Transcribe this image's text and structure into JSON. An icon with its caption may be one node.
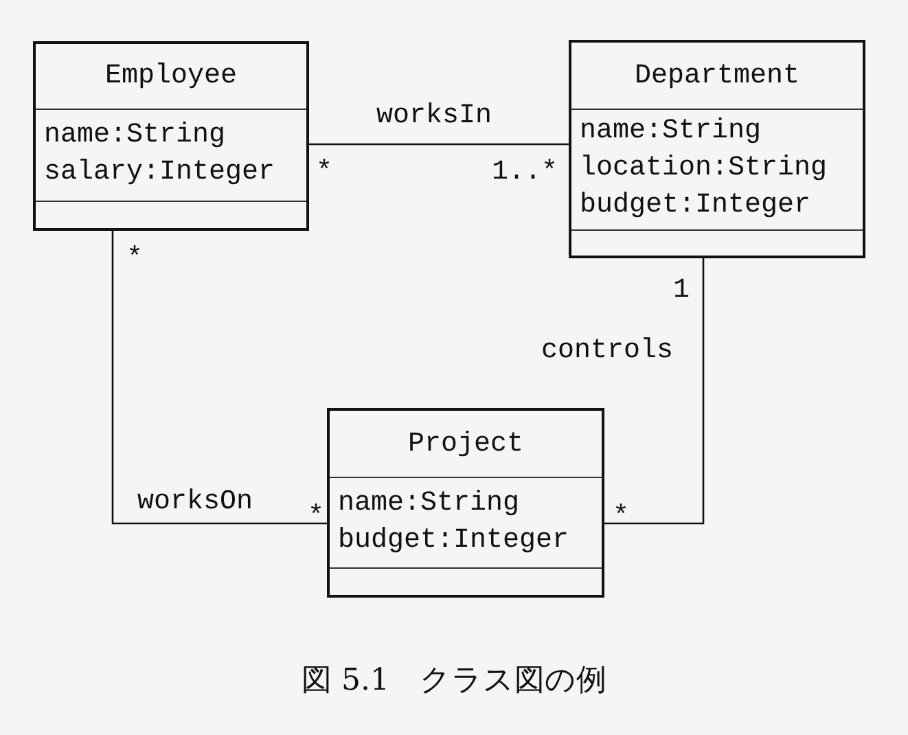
{
  "diagram": {
    "caption": "図 5.1　クラス図の例",
    "nodes": [
      {
        "text": [
          "Employee",
          "name:String",
          "salary:Integer"
        ]
      },
      {
        "text": [
          "Department",
          "name:String",
          "location:String",
          "budget:Integer"
        ]
      },
      {
        "text": [
          "Project",
          "name:String",
          "budget:Integer"
        ]
      }
    ],
    "edges": [
      {
        "from": 0,
        "to": 1,
        "arrow": "none",
        "label": "worksIn"
      },
      {
        "from": 0,
        "to": 2,
        "arrow": "none",
        "label": "worksOn"
      },
      {
        "from": 1,
        "to": 2,
        "arrow": "none",
        "label": "controls"
      }
    ],
    "labels": [
      "*",
      "1..*",
      "*",
      "1",
      "*",
      "*"
    ]
  }
}
